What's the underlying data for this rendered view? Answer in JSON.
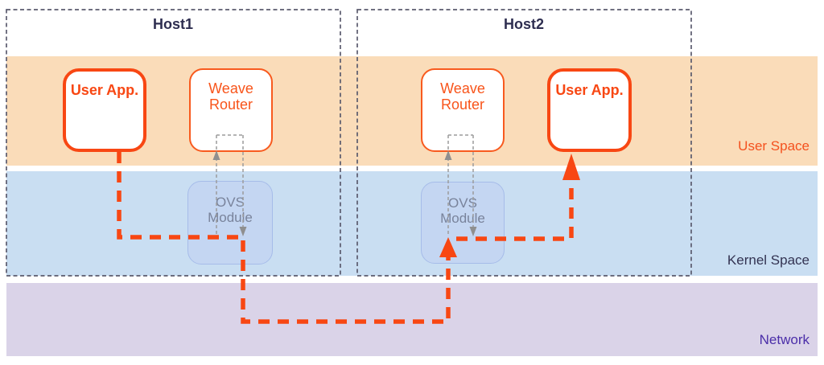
{
  "hosts": [
    {
      "title": "Host1",
      "user_app": "User App.",
      "weave_router": "Weave Router",
      "ovs_module": "OVS Module"
    },
    {
      "title": "Host2",
      "user_app": "User App.",
      "weave_router": "Weave Router",
      "ovs_module": "OVS Module"
    }
  ],
  "layers": [
    {
      "label": "User Space",
      "bg": "#FADCB9",
      "label_color": "#F4511E"
    },
    {
      "label": "Kernel Space",
      "bg": "#C9DEF2",
      "label_color": "#333352"
    },
    {
      "label": "Network",
      "bg": "#DAD3E8",
      "label_color": "#4B2EA9"
    }
  ],
  "colors": {
    "packet_flow_red": "#F84713",
    "user_app_border": "#F84713",
    "weave_router_border": "#F85A1E",
    "ovs_fill": "#C4D6F2",
    "ovs_border": "#A6BCE9",
    "ovs_text": "#79839B",
    "router_ovs_link_gray": "#9C9C9C",
    "host_frame_border": "#5B5B6E",
    "host_title": "#2E2E50"
  }
}
